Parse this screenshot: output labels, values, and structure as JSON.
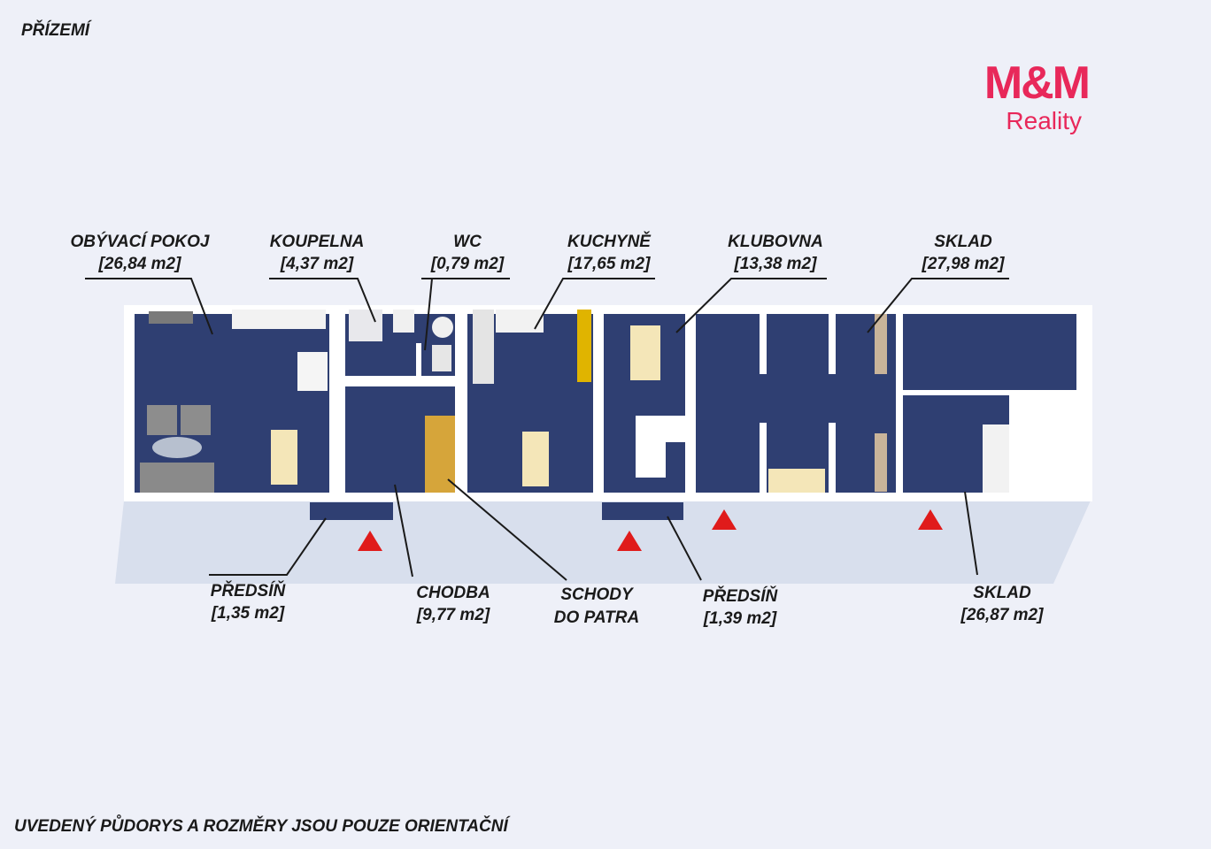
{
  "floor_title": "PŘÍZEMÍ",
  "disclaimer": "UVEDENÝ PŮDORYS A ROZMĚRY JSOU POUZE ORIENTAČNÍ",
  "logo": {
    "mark": "M&M",
    "sub": "Reality",
    "color": "#e8285a"
  },
  "colors": {
    "floor": "#2f3f72",
    "wall": "#ffffff",
    "entrance": "#e01b1b",
    "stairs": "#d6a53a"
  },
  "rooms_top": [
    {
      "name": "OBÝVACÍ POKOJ",
      "area": "[26,84 m2]"
    },
    {
      "name": "KOUPELNA",
      "area": "[4,37 m2]"
    },
    {
      "name": "WC",
      "area": "[0,79 m2]"
    },
    {
      "name": "KUCHYNĚ",
      "area": "[17,65 m2]"
    },
    {
      "name": "KLUBOVNA",
      "area": "[13,38 m2]"
    },
    {
      "name": "SKLAD",
      "area": "[27,98 m2]"
    }
  ],
  "rooms_bottom": [
    {
      "name": "PŘEDSÍŇ",
      "area": "[1,35 m2]"
    },
    {
      "name": "CHODBA",
      "area": "[9,77 m2]"
    },
    {
      "name": "SCHODY",
      "area": "DO PATRA"
    },
    {
      "name": "PŘEDSÍŇ",
      "area": "[1,39 m2]"
    },
    {
      "name": "SKLAD",
      "area": "[26,87 m2]"
    }
  ],
  "entrances": 4
}
